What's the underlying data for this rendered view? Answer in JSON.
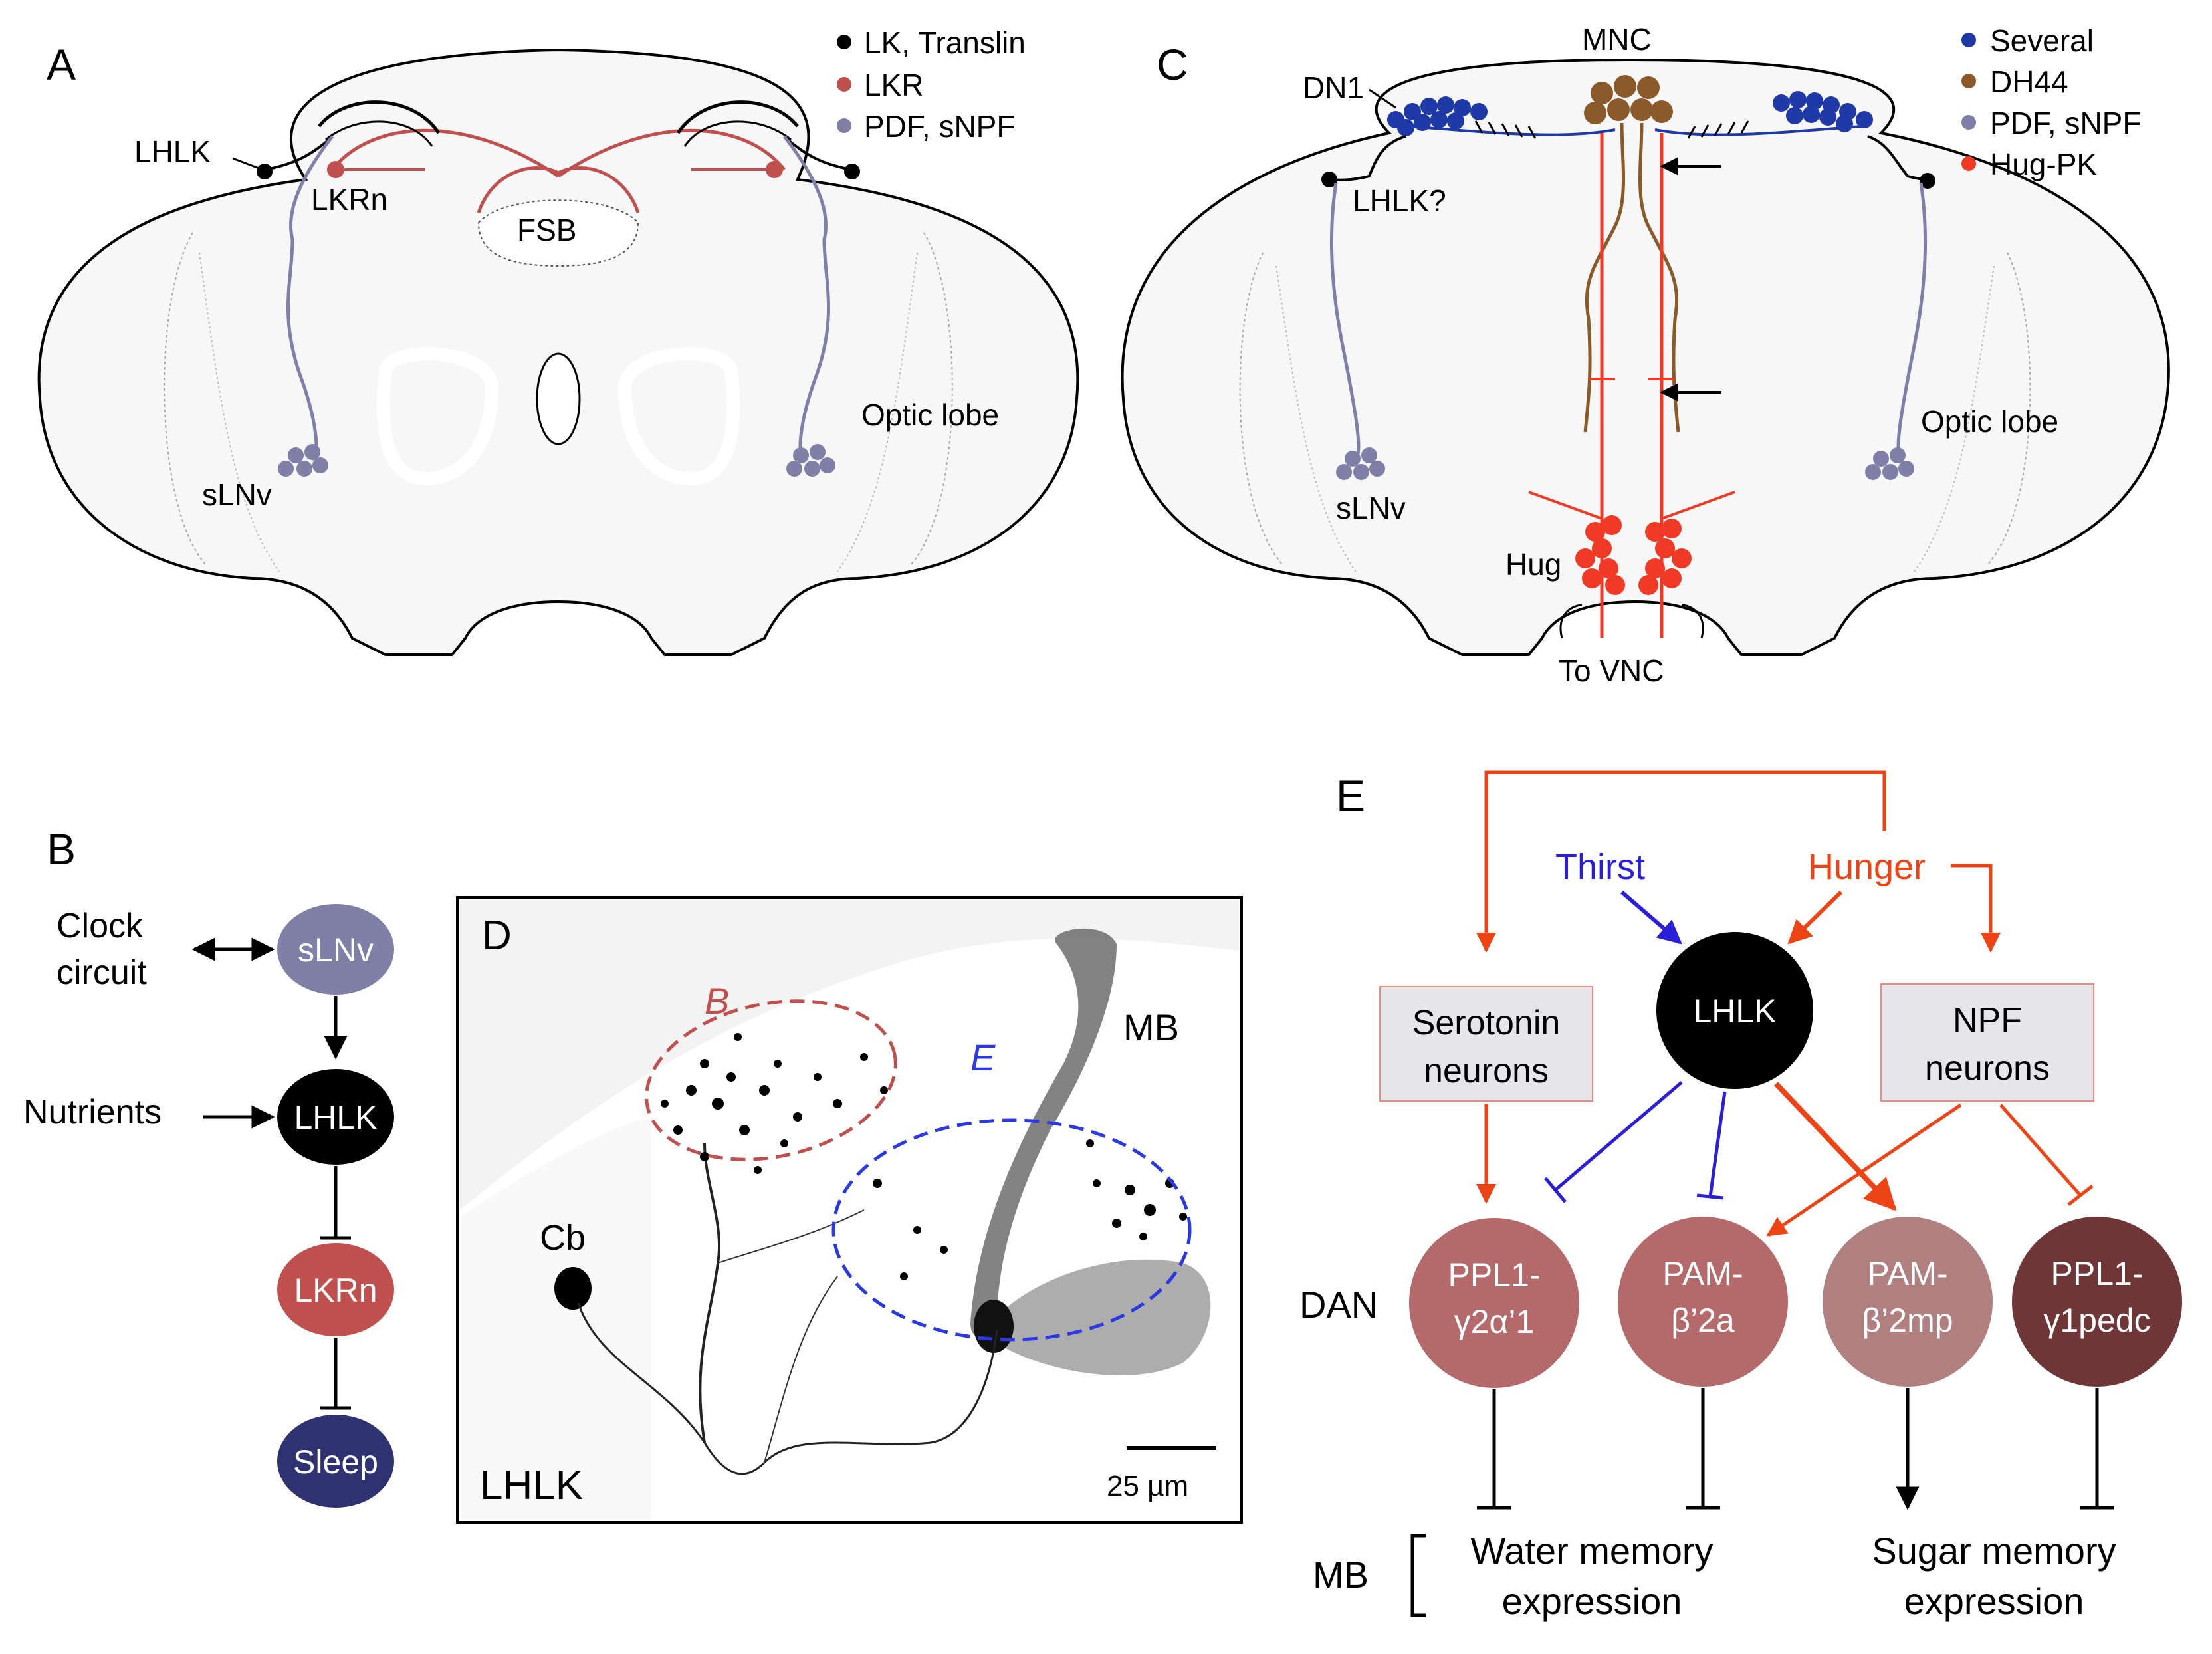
{
  "panels": {
    "a": {
      "letter": "A"
    },
    "b": {
      "letter": "B"
    },
    "c": {
      "letter": "C"
    },
    "d": {
      "letter": "D"
    },
    "e": {
      "letter": "E"
    }
  },
  "panelA": {
    "legend": [
      {
        "label": "LK, Translin",
        "color": "#000000"
      },
      {
        "label": "LKR",
        "color": "#c0504d"
      },
      {
        "label": "PDF, sNPF",
        "color": "#7f7fa8"
      }
    ],
    "labels": {
      "lhlk": "LHLK",
      "lkrn": "LKRn",
      "fsb": "FSB",
      "optic": "Optic lobe",
      "slnv": "sLNv"
    }
  },
  "panelC": {
    "legend": [
      {
        "label": "Several",
        "color": "#1f3aa6"
      },
      {
        "label": "DH44",
        "color": "#8b5a2b"
      },
      {
        "label": "PDF, sNPF",
        "color": "#7f7fa8"
      },
      {
        "label": "Hug-PK",
        "color": "#f03a26"
      }
    ],
    "labels": {
      "mnc": "MNC",
      "dn1": "DN1",
      "lhlk": "LHLK?",
      "optic": "Optic lobe",
      "slnv": "sLNv",
      "hug": "Hug",
      "vnc": "To VNC"
    }
  },
  "panelB": {
    "clock": [
      "Clock",
      "circuit"
    ],
    "nutrients": "Nutrients",
    "nodes": [
      {
        "label": "sLNv",
        "color": "#7f7fa8"
      },
      {
        "label": "LHLK",
        "color": "#000000"
      },
      {
        "label": "LKRn",
        "color": "#c0504d"
      },
      {
        "label": "Sleep",
        "color": "#2e3270"
      }
    ]
  },
  "panelD": {
    "b_label": "B",
    "e_label": "E",
    "mb": "MB",
    "cb": "Cb",
    "neuron": "LHLK",
    "scale": "25 µm"
  },
  "panelE": {
    "thirst": "Thirst",
    "hunger": "Hunger",
    "lhlk": "LHLK",
    "serotonin": [
      "Serotonin",
      "neurons"
    ],
    "npf": [
      "NPF",
      "neurons"
    ],
    "dan": "DAN",
    "mb": "MB",
    "water": [
      "Water memory",
      "expression"
    ],
    "sugar": [
      "Sugar memory",
      "expression"
    ],
    "dans": [
      {
        "line1": "PPL1-",
        "line2": "γ2α’1",
        "color": "#b46a6a"
      },
      {
        "line1": "PAM-",
        "line2": "β’2a",
        "color": "#b46a6a"
      },
      {
        "line1": "PAM-",
        "line2": "β’2mp",
        "color": "#b08080"
      },
      {
        "line1": "PPL1-",
        "line2": "γ1pedc",
        "color": "#6e3636"
      }
    ],
    "colors": {
      "red": "#ee4415",
      "blue": "#2a1ed6",
      "box": "#e6e6ea"
    }
  }
}
